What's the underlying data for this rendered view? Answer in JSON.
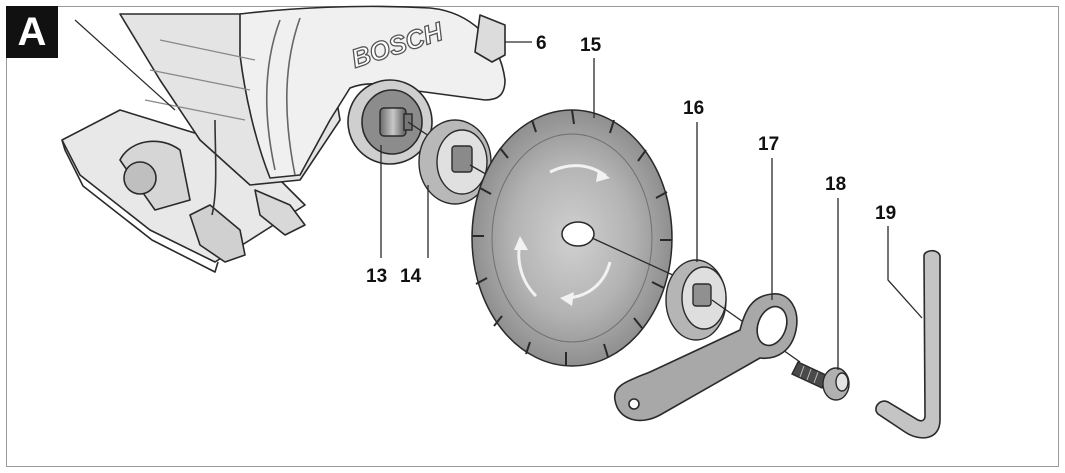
{
  "figure": {
    "label": "A"
  },
  "brand": "BOSCH",
  "callouts": {
    "c6": "6",
    "c13": "13",
    "c14": "14",
    "c15": "15",
    "c16": "16",
    "c17": "17",
    "c18": "18",
    "c19": "19"
  },
  "colors": {
    "line": "#2a2a2a",
    "shade": "#9a9a9a",
    "light": "#d9d9d9",
    "dark": "#4a4a4a"
  }
}
